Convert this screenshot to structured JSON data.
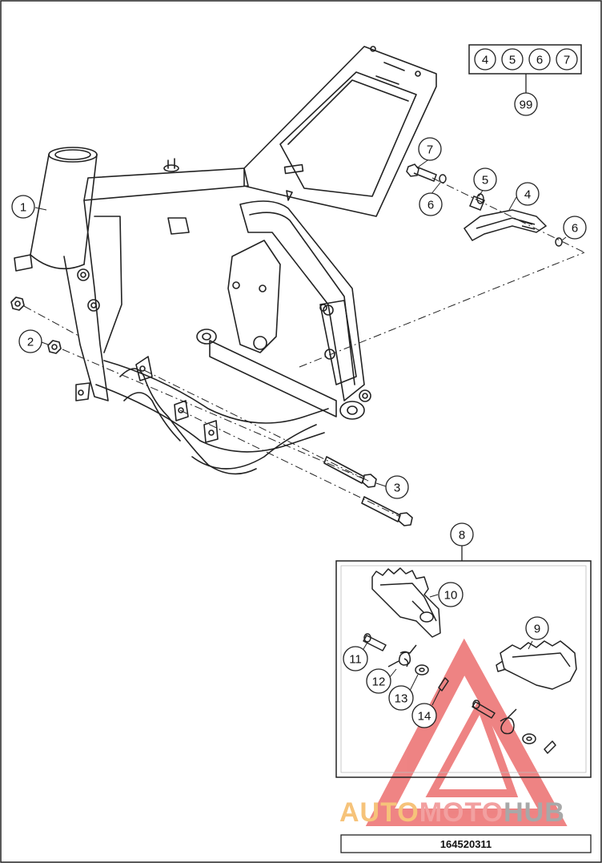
{
  "callouts": {
    "c1": "1",
    "c2": "2",
    "c3": "3",
    "c4": "4",
    "c5": "5",
    "c6a": "6",
    "c6b": "6",
    "c7": "7",
    "c8": "8",
    "c9": "9",
    "c10": "10",
    "c11": "11",
    "c12": "12",
    "c13": "13",
    "c14": "14"
  },
  "kit": {
    "parts": [
      "4",
      "5",
      "6",
      "7"
    ],
    "kit_number": "99"
  },
  "watermark": {
    "part1": "AUTO",
    "part2": "MOTO",
    "part3": "HUB"
  },
  "drawing_number": "164520311",
  "colors": {
    "line": "#222222",
    "watermark_red": "#e85050",
    "watermark_orange": "#f6b550",
    "watermark_grey": "#9a9a9a"
  }
}
